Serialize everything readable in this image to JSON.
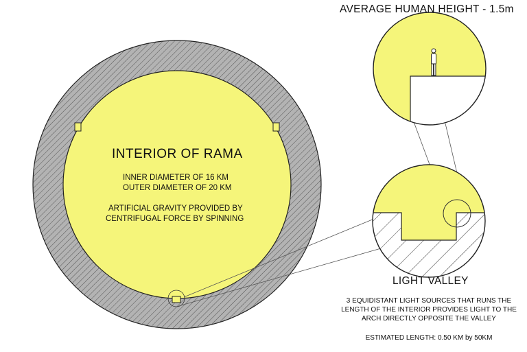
{
  "colors": {
    "interior": "#f5f57a",
    "hull": "#b3b3b3",
    "line": "#222222",
    "background": "#ffffff"
  },
  "main": {
    "title": "INTERIOR OF RAMA",
    "inner_diameter": "INNER DIAMETER OF 16 KM",
    "outer_diameter": "OUTER DIAMETER OF 20 KM",
    "gravity_line1": "ARTIFICIAL GRAVITY PROVIDED BY",
    "gravity_line2": "CENTRIFUGAL FORCE BY SPINNING"
  },
  "detail_top": {
    "title": "AVERAGE HUMAN HEIGHT - 1.5m"
  },
  "detail_bottom": {
    "title": "LIGHT VALLEY",
    "desc_line1": "3 EQUIDISTANT LIGHT SOURCES THAT RUNS THE",
    "desc_line2": "LENGTH OF THE INTERIOR PROVIDES LIGHT TO THE",
    "desc_line3": "ARCH DIRECTLY OPPOSITE THE VALLEY",
    "estimate": "ESTIMATED LENGTH: 0.50 KM by 50KM"
  }
}
